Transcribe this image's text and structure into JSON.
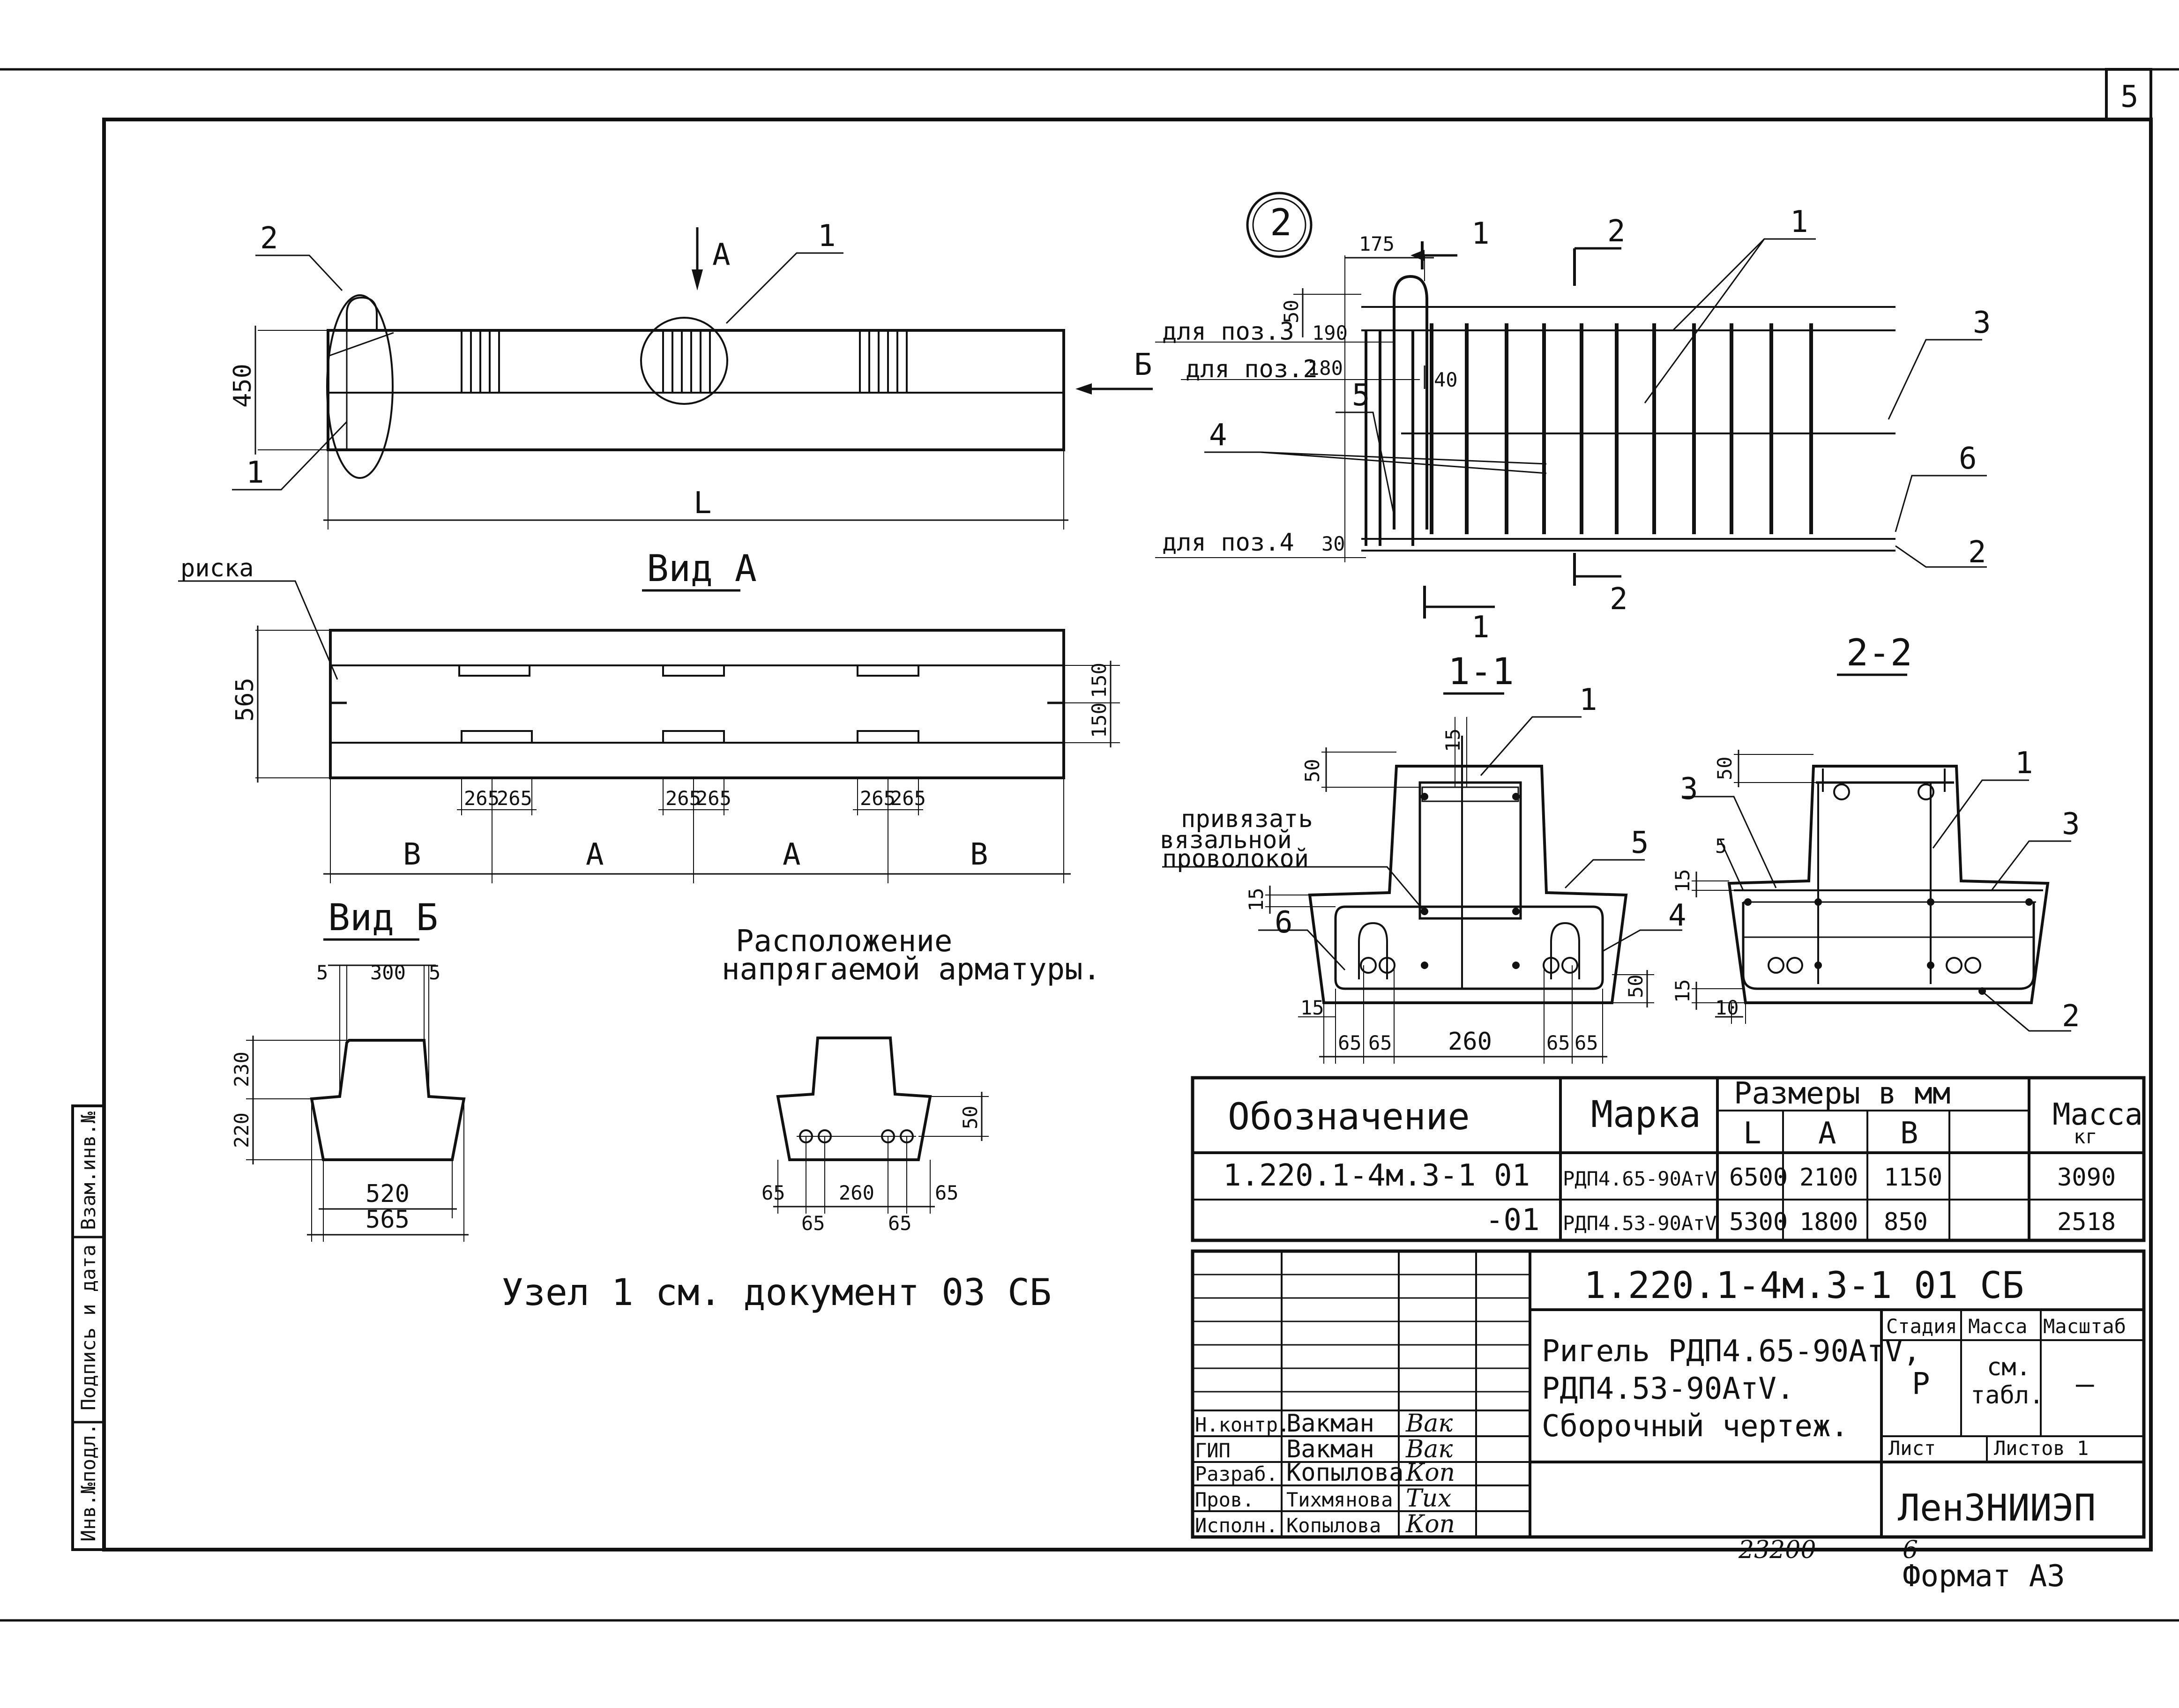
{
  "sheet_number": "5",
  "side_stamp": [
    "Взам.инв.№",
    "Подпись и дата",
    "Инв.№подл."
  ],
  "labels": {
    "A": "A",
    "B": "Б",
    "L": "L",
    "view_a": "Вид А",
    "view_b": "Вид Б",
    "riska": "риска",
    "circle2": "2",
    "callouts": [
      "1",
      "2",
      "3",
      "4",
      "5",
      "6"
    ],
    "sec_1": "1",
    "sec_2": "2",
    "sec11": "1-1",
    "sec22": "2-2",
    "for_pos3": "для поз.3",
    "for_pos2": "для поз.2",
    "for_pos4": "для поз.4",
    "tie": [
      "привязать",
      "вязальной",
      "проволокой"
    ],
    "prestress": [
      "Расположение",
      "напрягаемой арматуры."
    ],
    "node_note": "Узел 1 см. документ 03 СБ",
    "col_B": "В"
  },
  "dims": {
    "h450": "450",
    "h565": "565",
    "d150": "150",
    "d265": "265",
    "d175": "175",
    "d190": "190",
    "d180": "180",
    "d50": "50",
    "d40": "40",
    "d30": "30",
    "d15": "15",
    "d260": "260",
    "d65": "65",
    "d10": "10",
    "d5": "5",
    "d300": "300",
    "d230": "230",
    "d220": "220",
    "d520": "520",
    "d565": "565"
  },
  "table": {
    "h_oboz": "Обозначение",
    "h_marka": "Марка",
    "h_razm": "Размеры в мм",
    "h_L": "L",
    "h_A": "А",
    "h_B": "В",
    "h_massa": "Масса",
    "h_kg": "кг",
    "rows": [
      {
        "oboz": "1.220.1-4м.3-1 01",
        "marka": "РДП4.65-90АтV",
        "L": "6500",
        "A": "2100",
        "B": "1150",
        "massa": "3090"
      },
      {
        "oboz": "-01",
        "marka": "РДП4.53-90АтV",
        "L": "5300",
        "A": "1800",
        "B": "850",
        "massa": "2518"
      }
    ]
  },
  "title_block": {
    "doc": "1.220.1-4м.3-1 01 СБ",
    "name": [
      "Ригель РДП4.65-90АтV,",
      "РДП4.53-90АтV.",
      "Сборочный чертеж."
    ],
    "stadiya_h": "Стадия",
    "massa_h": "Масса",
    "masshtab_h": "Масштаб",
    "stadiya": "Р",
    "massa": [
      "см.",
      "табл."
    ],
    "masshtab": "—",
    "list": "Лист",
    "listov": "Листов 1",
    "org": "ЛенЗНИИЭП",
    "roles": [
      "Н.контр.",
      "ГИП",
      "Разраб.",
      "Пров.",
      "Исполн."
    ],
    "names": [
      "Вакман",
      "Вакман",
      "Копылова",
      "Тихмянова",
      "Копылова"
    ],
    "signs": [
      "Вак",
      "Вак",
      "Коп",
      "Тих",
      "Коп"
    ]
  },
  "footer": {
    "num": "23200",
    "six": "6",
    "format": "Формат А3"
  }
}
